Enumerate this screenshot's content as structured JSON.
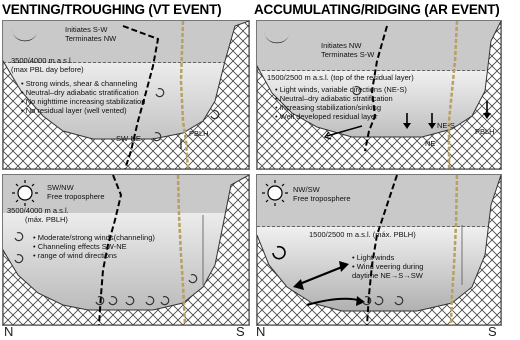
{
  "titles": {
    "vt": "VENTING/TROUGHING (VT EVENT)",
    "ar": "ACCUMULATING/RIDGING (AR EVENT)"
  },
  "panels": {
    "vt_night": {
      "initiates": "Initiates S-W",
      "terminates": "Terminates NW",
      "height": "3500/4000 m a.s.l.",
      "height_note": "(max PBL day before)",
      "bullets": [
        "Strong winds, shear & channeling",
        "Neutral–dry adiabatic stratification",
        "No nighttime increasing stabilization",
        "No residual layer (well vented)"
      ],
      "wind_label": "SW-NE",
      "pblh": "PBLH"
    },
    "ar_night": {
      "initiates": "Initiates NW",
      "terminates": "Terminates S-W",
      "height": "1500/2500 m a.s.l. (top of the residual layer)",
      "bullets": [
        "Light winds, variable directions (NE-S)",
        "Neutral–dry adiabatic stratification",
        "Increasing stabilization/sinking",
        "Well developed residual layer"
      ],
      "ne_s": "NE-S",
      "ne": "NE",
      "pblh": "PBLH"
    },
    "vt_day": {
      "flow": "SW/NW",
      "free_trop": "Free troposphere",
      "height": "3500/4000 m  a.s.l.",
      "height_note": "(máx. PBLH)",
      "bullets": [
        "Moderate/strong winds(channeling)",
        "Channeling effects  SW-NE",
        "range of wind directions"
      ]
    },
    "ar_day": {
      "flow": "NW/SW",
      "free_trop": "Free troposphere",
      "height": "1500/2500 m  a.s.l. (máx. PBLH)",
      "bullets": [
        "Light winds",
        "Wind veering during daytime NE→S→SW"
      ]
    }
  },
  "axis": {
    "left_n": "N",
    "mid_s": "S",
    "mid_n": "N",
    "right_s": "S"
  },
  "colors": {
    "band": "#c9c9c9",
    "gradient_top": "#e9e9e9",
    "gradient_bottom": "#9a9a9a",
    "khaki_line": "#b8a060",
    "black": "#000000"
  },
  "icons": [
    "moon-icon",
    "sun-icon",
    "eddy-icon",
    "hatched-terrain"
  ]
}
